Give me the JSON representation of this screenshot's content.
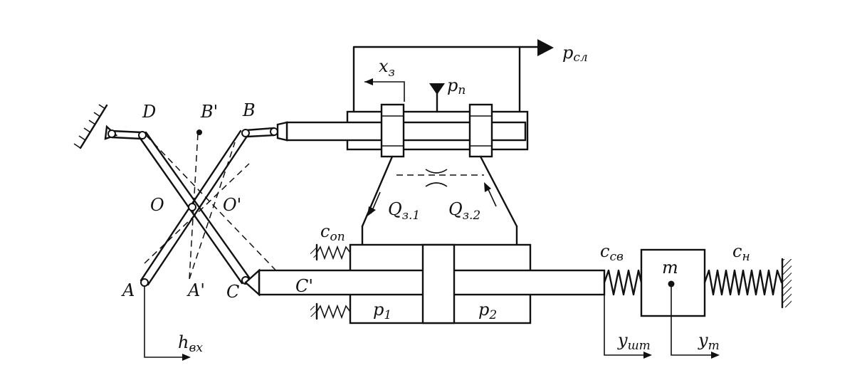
{
  "labels": {
    "D": "D",
    "B_prime": "B'",
    "B": "B",
    "O": "O",
    "O_prime": "O'",
    "A": "A",
    "A_prime": "A'",
    "C": "C",
    "C_prime": "C'",
    "x_main": "x",
    "x_sub": "з",
    "p_sl_main": "p",
    "p_sl_sub": "сл",
    "p_p_main": "p",
    "p_p_sub": "п",
    "Q1_main": "Q",
    "Q1_sub": "з.1",
    "Q2_main": "Q",
    "Q2_sub": "з.2",
    "c_op_main": "c",
    "c_op_sub": "оп",
    "c_sv_main": "c",
    "c_sv_sub": "св",
    "c_n_main": "c",
    "c_n_sub": "н",
    "m": "m",
    "p1_main": "p",
    "p1_sub": "1",
    "p2_main": "p",
    "p2_sub": "2",
    "h_main": "h",
    "h_sub": "вх",
    "y_sht_main": "y",
    "y_sht_sub": "шт",
    "y_t_main": "y",
    "y_t_sub": "т"
  }
}
